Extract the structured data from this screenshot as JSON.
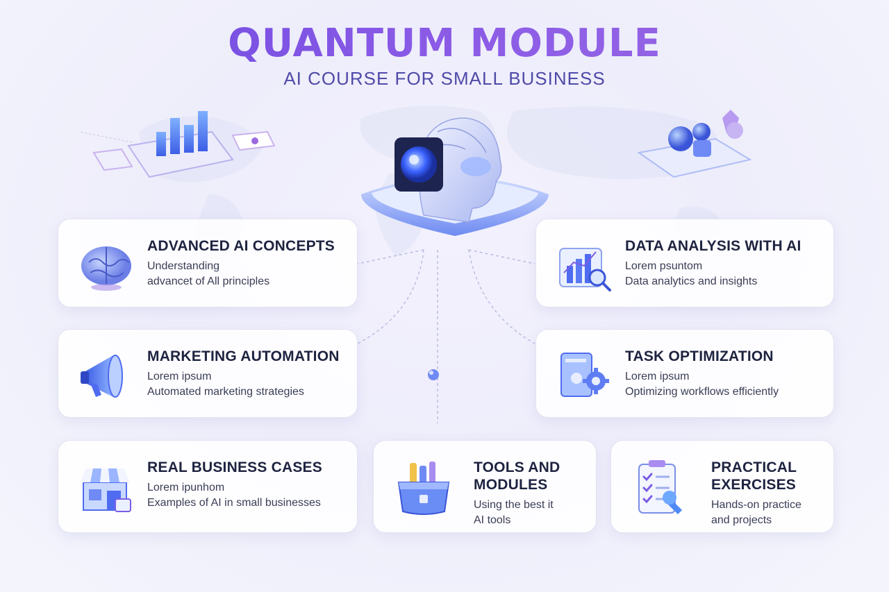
{
  "header": {
    "title": "QUANTUM MODULE",
    "subtitle": "AI COURSE FOR SMALL BUSINESS"
  },
  "cards": [
    {
      "title": "ADVANCED AI CONCEPTS",
      "line1": "Understanding",
      "line2": "advancet of All principles",
      "icon": "brain-icon"
    },
    {
      "title": "DATA ANALYSIS WITH AI",
      "line1": "Lorem psuntom",
      "line2": "Data analytics and insights",
      "icon": "bar-chart-magnifier-icon"
    },
    {
      "title": "MARKETING AUTOMATION",
      "line1": "Lorem ipsum",
      "line2": "Automated marketing strategies",
      "icon": "megaphone-icon"
    },
    {
      "title": "TASK OPTIMIZATION",
      "line1": "Lorem ipsum",
      "line2": "Optimizing workflows efficiently",
      "icon": "gear-document-icon"
    },
    {
      "title": "REAL BUSINESS CASES",
      "line1": "Lorem ipunhom",
      "line2": "Examples of AI in small businesses",
      "icon": "storefront-icon"
    },
    {
      "title_line1": "TOOLS AND",
      "title_line2": "MODULES",
      "line1": "Using the best it",
      "line2": "AI tools",
      "icon": "toolbox-icon"
    },
    {
      "title_line1": "PRACTICAL",
      "title_line2": "EXERCISES",
      "line1": "Hands-on practice",
      "line2": "and projects",
      "icon": "checklist-icon"
    }
  ],
  "colors": {
    "accent_purple": "#6a48e0",
    "accent_blue": "#4f6bf0",
    "text_dark": "#1e2340"
  }
}
